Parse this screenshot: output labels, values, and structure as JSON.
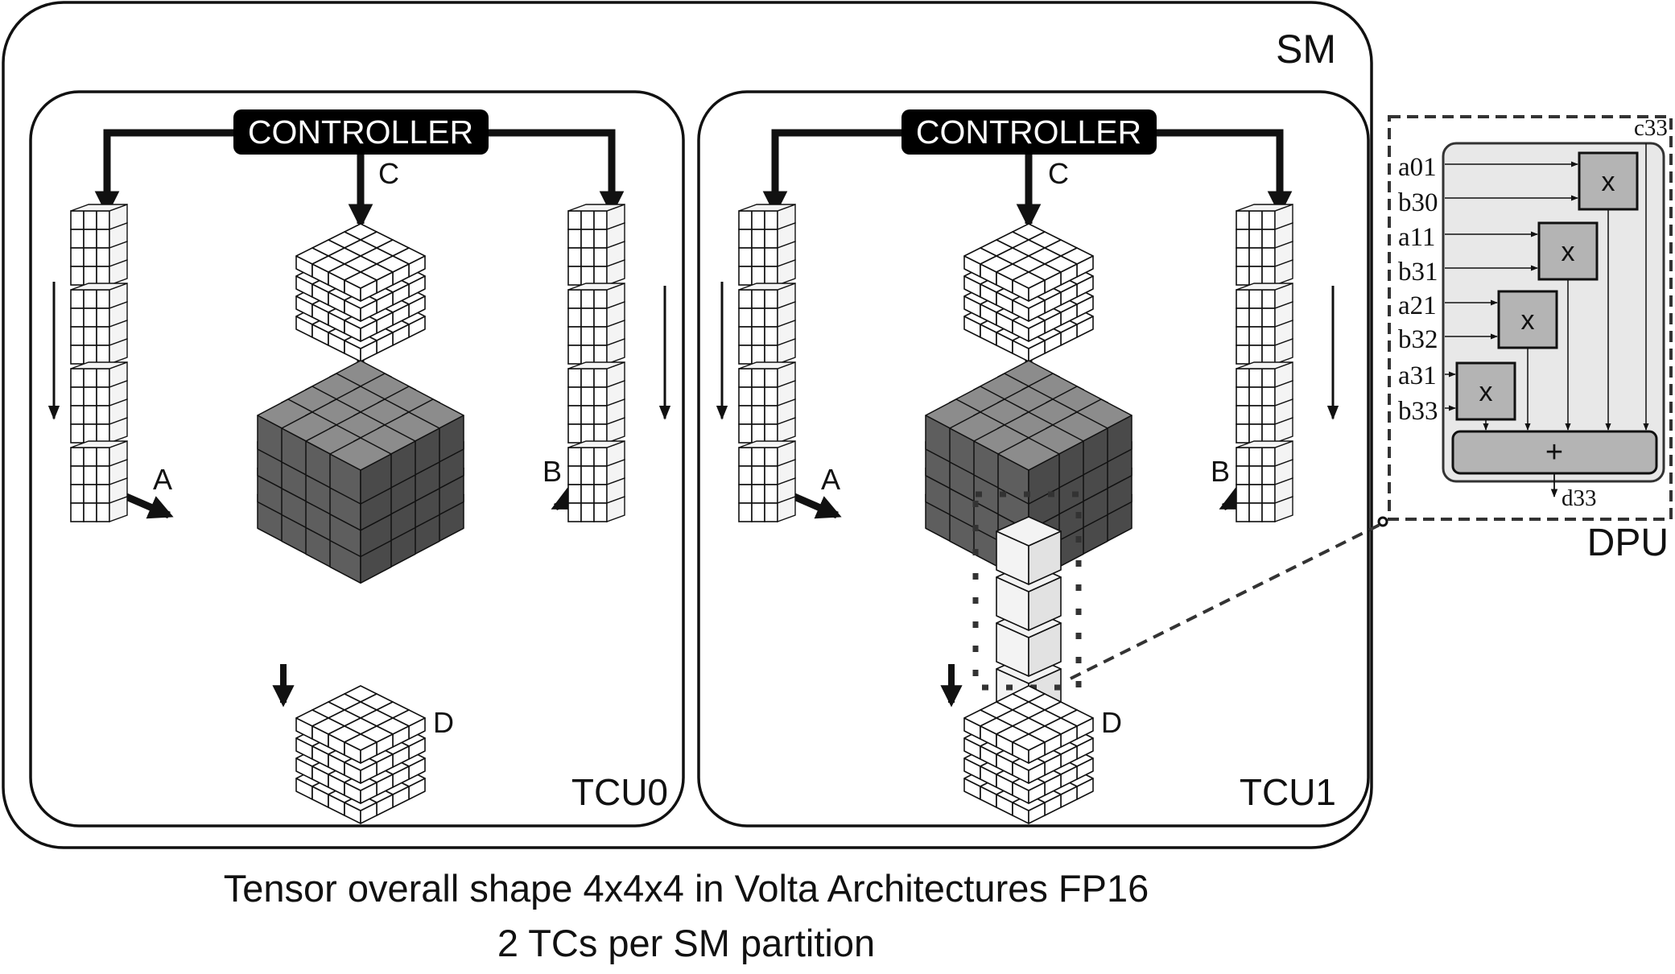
{
  "sm": {
    "label": "SM"
  },
  "tcu0": {
    "label": "TCU0",
    "controller": "CONTROLLER",
    "label_a": "A",
    "label_b": "B",
    "label_c": "C",
    "label_d": "D"
  },
  "tcu1": {
    "label": "TCU1",
    "controller": "CONTROLLER",
    "label_a": "A",
    "label_b": "B",
    "label_c": "C",
    "label_d": "D"
  },
  "dpu": {
    "label": "DPU",
    "output_in": "c33",
    "multipliers": [
      {
        "a": "a01",
        "b": "b30",
        "op": "x"
      },
      {
        "a": "a11",
        "b": "b31",
        "op": "x"
      },
      {
        "a": "a21",
        "b": "b32",
        "op": "x"
      },
      {
        "a": "a31",
        "b": "b33",
        "op": "x"
      }
    ],
    "adder": "+",
    "output_out": "d33"
  },
  "caption": {
    "line1": "Tensor overall shape 4x4x4 in Volta Architectures FP16",
    "line2": "2 TCs per SM partition"
  },
  "colors": {
    "dark_cube_top": "#8c8c8c",
    "dark_cube_left": "#5e5e5e",
    "dark_cube_right": "#4a4a4a",
    "light_cube": "#ffffff",
    "highlight_cube": "#f3f3f3",
    "dpu_panel": "#e8e8e8",
    "dpu_box": "#b4b4b4",
    "controller_bg": "#000000"
  }
}
